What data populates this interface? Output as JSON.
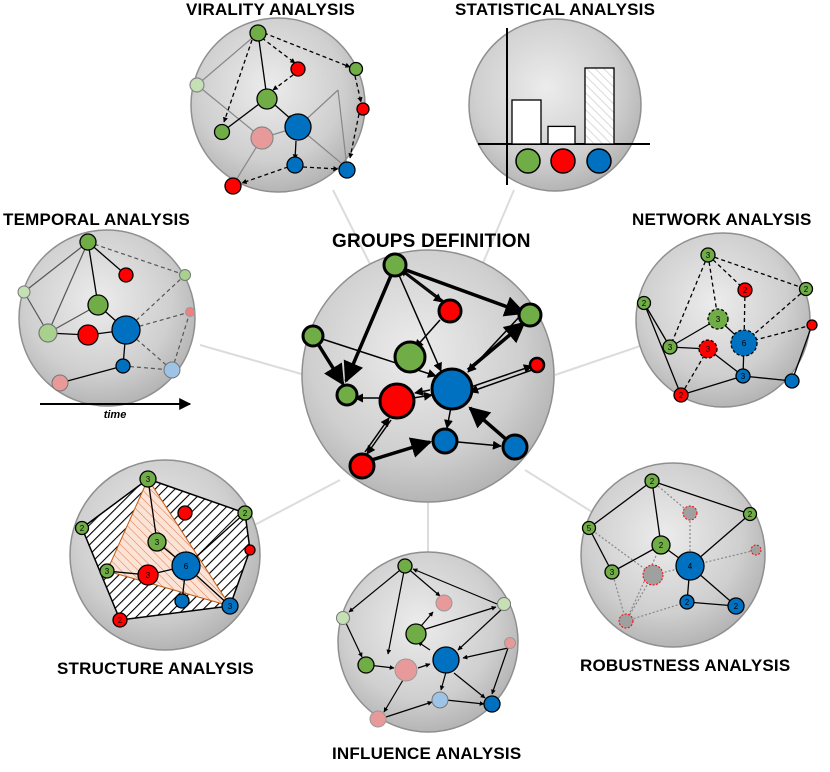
{
  "labels": {
    "virality": "VIRALITY ANALYSIS",
    "statistical": "STATISTICAL ANALYSIS",
    "temporal": "TEMPORAL ANALYSIS",
    "groups": "GROUPS DEFINITION",
    "network": "NETWORK ANALYSIS",
    "structure": "STRUCTURE ANALYSIS",
    "robustness": "ROBUSTNESS ANALYSIS",
    "influence": "INFLUENCE ANALYSIS",
    "time_axis": "time"
  },
  "colors": {
    "green": "#70ad47",
    "red": "#ff0000",
    "blue": "#0070c0",
    "light_green": "#c5e0b4",
    "light_red": "#e89a9a",
    "light_blue": "#9dc3e6",
    "circle_fill": "#c9c9c9",
    "circle_stroke": "#8f8f8f"
  },
  "node_numbers": {
    "network": [
      "3",
      "2",
      "2",
      "2",
      "3",
      "6",
      "3",
      "3",
      "3",
      "2"
    ],
    "structure": [
      "3",
      "2",
      "2",
      "3",
      "3",
      "6",
      "3",
      "3",
      "2"
    ],
    "robustness": [
      "2",
      "5",
      "2",
      "2",
      "3",
      "4",
      "2",
      "2"
    ]
  },
  "statistical_bars": {
    "categories": [
      "green",
      "red",
      "blue"
    ],
    "values": [
      0.55,
      0.22,
      0.95
    ]
  }
}
